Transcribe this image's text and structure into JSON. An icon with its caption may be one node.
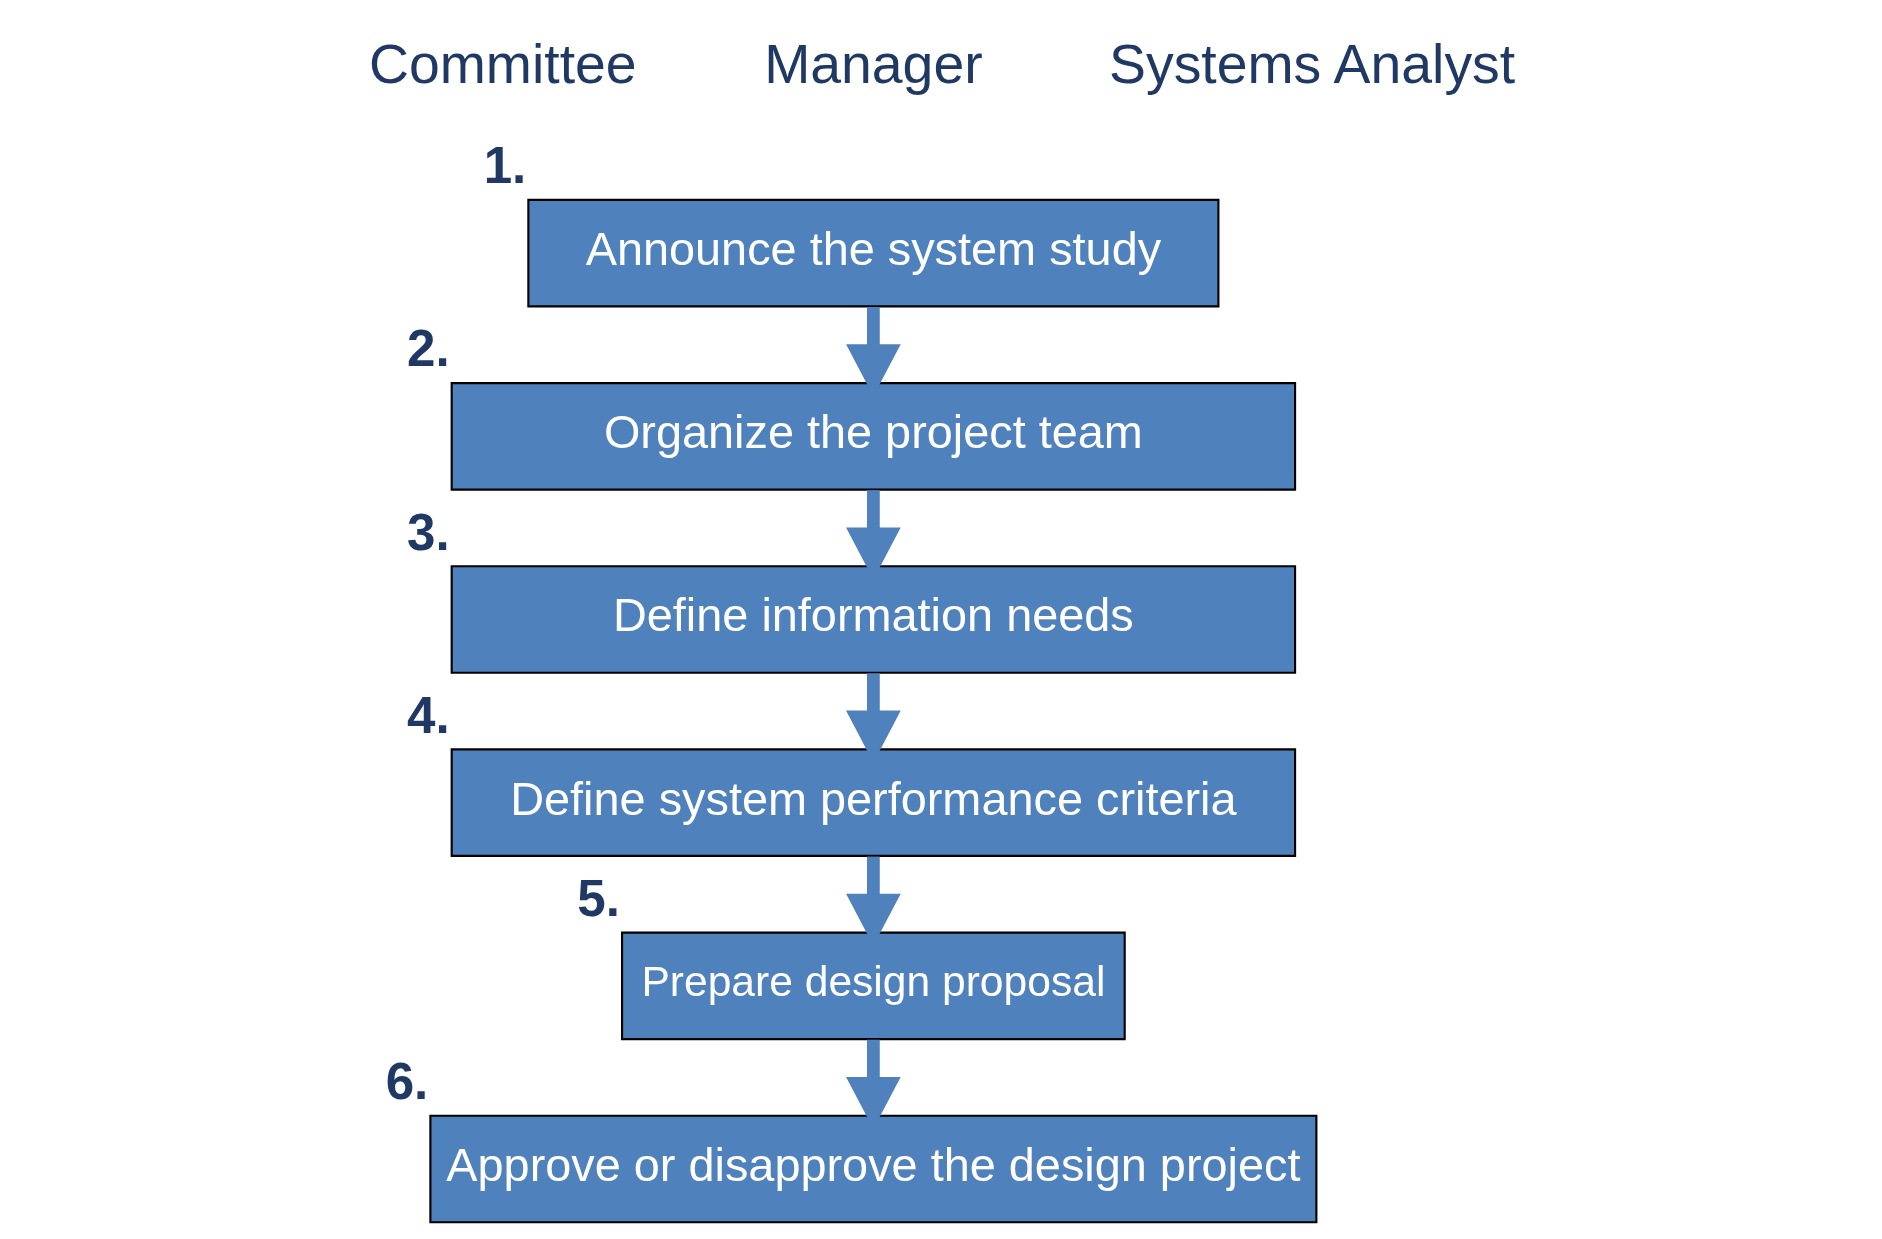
{
  "diagram": {
    "nodes": [
      {
        "text": [
          "Announce the system study"
        ],
        "beside": [
          "1."
        ]
      },
      {
        "text": [
          "Organize the project team"
        ],
        "beside": [
          "2."
        ]
      },
      {
        "text": [
          "Define information needs"
        ],
        "beside": [
          "3."
        ]
      },
      {
        "text": [
          "Define system performance criteria"
        ],
        "beside": [
          "4."
        ]
      },
      {
        "text": [
          "Prepare design proposal"
        ],
        "beside": [
          "5."
        ]
      },
      {
        "text": [
          "Approve or disapprove the design project"
        ],
        "beside": [
          "6."
        ]
      }
    ],
    "edges": [
      {
        "from": 0,
        "to": 1,
        "arrow": "to"
      },
      {
        "from": 1,
        "to": 2,
        "arrow": "to"
      },
      {
        "from": 2,
        "to": 3,
        "arrow": "to"
      },
      {
        "from": 3,
        "to": 4,
        "arrow": "to"
      },
      {
        "from": 4,
        "to": 5,
        "arrow": "to"
      }
    ],
    "labels": [
      "Committee",
      "Manager",
      "Systems Analyst"
    ]
  }
}
